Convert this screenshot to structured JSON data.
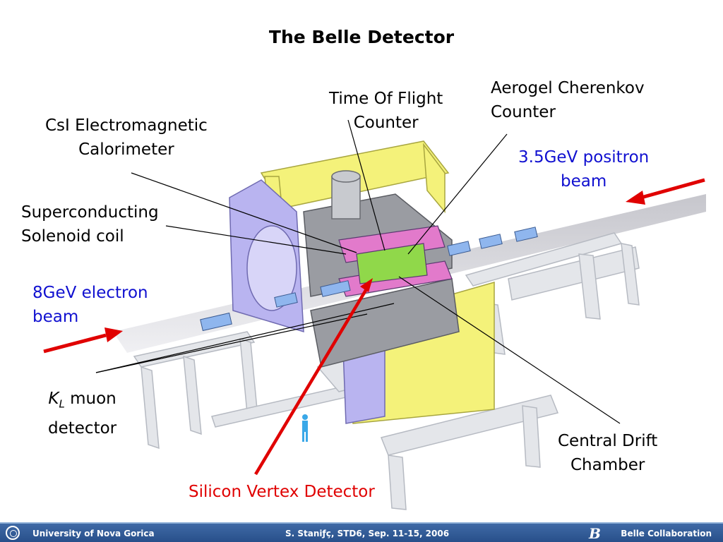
{
  "slide": {
    "title": "The Belle Detector"
  },
  "labels": {
    "tof": [
      "Time Of Flight",
      "Counter"
    ],
    "aerogel": [
      "Aerogel Cherenkov",
      "Counter"
    ],
    "csi": [
      "CsI Electromagnetic",
      "Calorimeter"
    ],
    "positron": [
      "3.5GeV positron",
      "beam"
    ],
    "solenoid": [
      "Superconducting",
      "Solenoid coil"
    ],
    "electron": [
      "8GeV electron",
      "beam"
    ],
    "kl_symbol": "K",
    "kl_sub": "L",
    "kl_rest": " muon",
    "kl_line2": "detector",
    "cdc": [
      "Central Drift",
      "Chamber"
    ],
    "svd": "Silicon Vertex Detector"
  },
  "footer": {
    "left": "University of Nova Gorica",
    "center": "S. Staniƒç, STD6, Sep. 11-15, 2006",
    "right": "Belle Collaboration",
    "logo": "B"
  },
  "colors": {
    "beam_label": "#1010d0",
    "arrow": "#e00000",
    "footer_bg": "#2f5a96"
  }
}
